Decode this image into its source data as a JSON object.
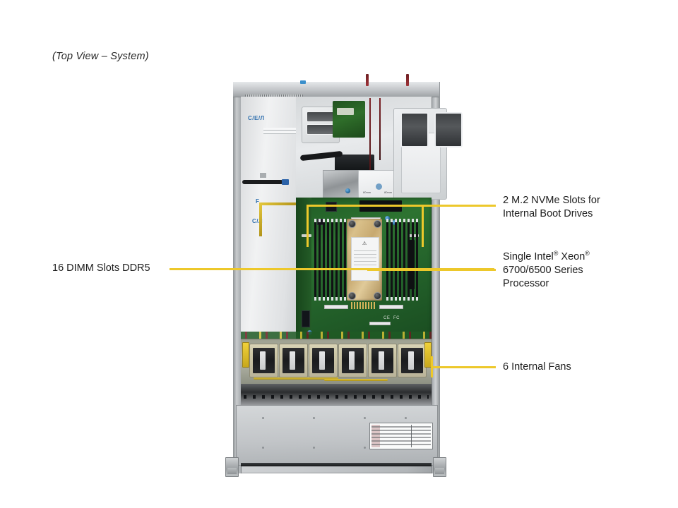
{
  "caption": "(Top View – System)",
  "accent_color": "#edc82b",
  "callouts": [
    {
      "id": "m2",
      "name": "m2-nvme-slots",
      "text": "2 M.2 NVMe Slots for\nInternal Boot Drives"
    },
    {
      "id": "cpu",
      "name": "cpu-processor",
      "text_line1_a": "Single Intel",
      "text_line1_reg1": "®",
      "text_line1_b": " Xeon",
      "text_line1_reg2": "®",
      "text_line2": "6700/6500 Series",
      "text_line3": "Processor"
    },
    {
      "id": "fans",
      "name": "internal-fans",
      "text": "6 Internal Fans"
    },
    {
      "id": "dimm",
      "name": "dimm-slots",
      "text": "16 DIMM Slots DDR5"
    }
  ],
  "chassis": {
    "side_markings": [
      "C/E/Л",
      "F",
      "C/Л"
    ],
    "duct_text": "80mm",
    "fan_count": 6,
    "dimm_slot_count": 16,
    "dimm_per_bank": 8,
    "mobo_marks": [
      "CE",
      "FC"
    ]
  }
}
